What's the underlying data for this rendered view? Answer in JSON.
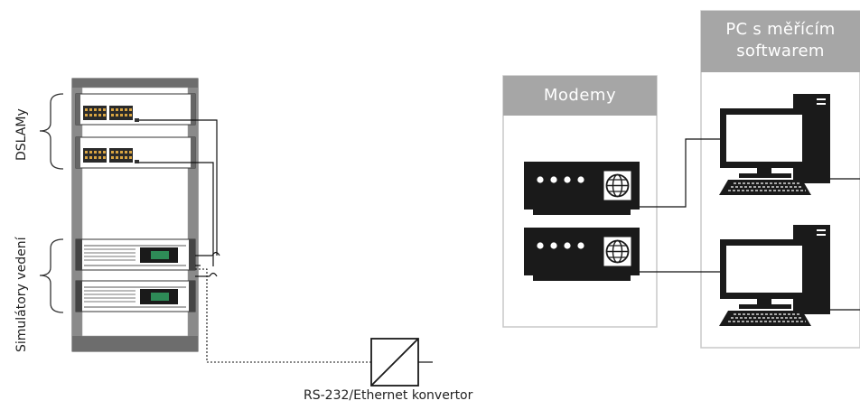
{
  "groups": {
    "dslams_label": "DSLAMy",
    "simulators_label": "Simulátory vedení"
  },
  "boxes": {
    "modems_title": "Modemy",
    "pc_title_line1": "PC s měřícím",
    "pc_title_line2": "softwarem"
  },
  "converter": {
    "label": "RS-232/Ethernet konvertor"
  },
  "icons": {
    "rack": "server-rack-icon",
    "dslam": "dslam-device-icon",
    "simulator": "line-simulator-icon",
    "modem": "modem-icon",
    "pc": "desktop-pc-icon",
    "converter": "converter-icon"
  },
  "colors": {
    "box_title_bg": "#a6a6a6",
    "box_border": "#bfbfbf",
    "device_dark": "#1a1a1a",
    "rack_frame": "#595959"
  }
}
